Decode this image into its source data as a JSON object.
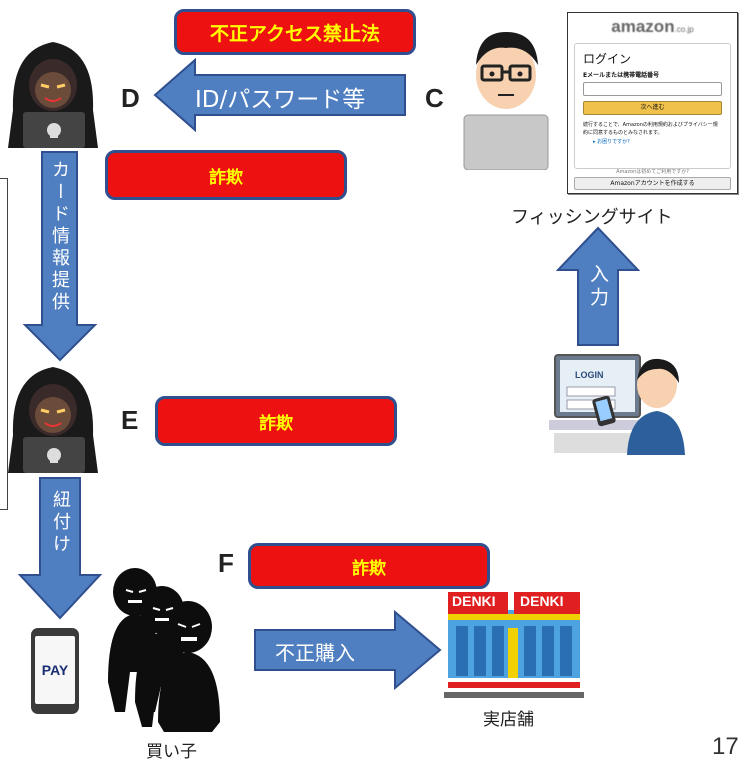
{
  "labels": {
    "unauthorized_access_law": "不正アクセス禁止法",
    "id_password": "ID/パスワード等",
    "fraud_d": "詐欺",
    "fraud_e": "詐欺",
    "fraud_f": "詐欺",
    "card_info": "カード情報提供",
    "link": "紐付け",
    "input": "入力",
    "illegal_purchase": "不正購入"
  },
  "nodes": {
    "d": "D",
    "c": "C",
    "e": "E",
    "f": "F"
  },
  "captions": {
    "phishing_site": "フィッシングサイト",
    "store": "実店舗",
    "buyer": "買い子"
  },
  "amazon": {
    "logo": "amazon",
    "logo_suffix": ".co.jp",
    "title": "ログイン",
    "field_label": "Eメールまたは携帯電話番号",
    "next_button": "次へ進む",
    "terms": "続行することで、Amazonの利用規約およびプライバシー規約に同意するものとみなされます。",
    "help": "▸ お困りですか?",
    "first_time": "Amazonは初めてご利用ですか?",
    "create_account": "Amazonアカウントを作成する"
  },
  "monitor": {
    "login_text": "LOGIN"
  },
  "store_sign": {
    "left": "DENKI",
    "right": "DENKI"
  },
  "phone": {
    "pay": "PAY"
  },
  "page_number": "17",
  "colors": {
    "red": "#ee1111",
    "yellow_text": "#ffff00",
    "arrow_blue": "#4f7fc0",
    "arrow_border": "#2f4f8f"
  }
}
